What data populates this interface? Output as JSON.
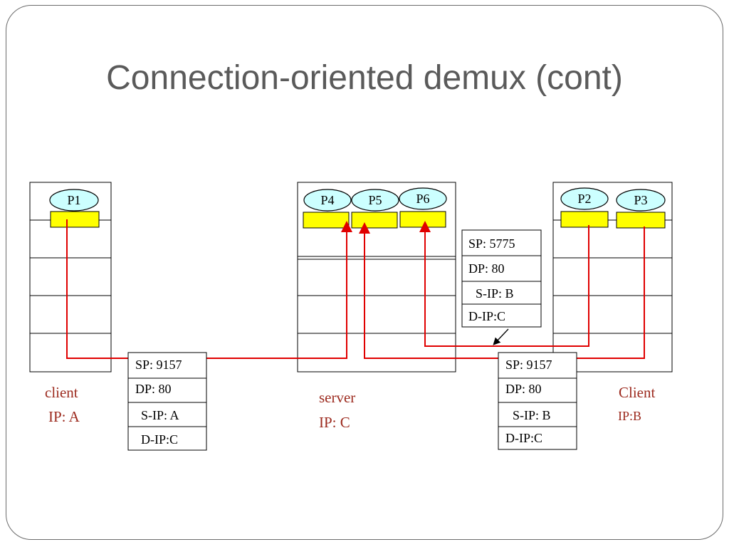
{
  "title": "Connection-oriented demux (cont)",
  "colors": {
    "frame": "#6b6b6b",
    "title": "#5a5a5a",
    "socket_fill": "#ffff00",
    "process_fill": "#ccffff",
    "path": "#e00000",
    "host_label": "#9c2a1e"
  },
  "hosts": {
    "client_a": {
      "name": "client",
      "ip": "IP: A",
      "processes": [
        "P1"
      ]
    },
    "server": {
      "name": "server",
      "ip": "IP: C",
      "processes": [
        "P4",
        "P5",
        "P6"
      ]
    },
    "client_b": {
      "name": "Client",
      "ip": "IP:B",
      "processes": [
        "P2",
        "P3"
      ]
    }
  },
  "segments": {
    "from_a": {
      "sp": "SP: 9157",
      "dp": "DP: 80",
      "sip": "S-IP: A",
      "dip": "D-IP:C"
    },
    "from_b_top": {
      "sp": "SP: 5775",
      "dp": "DP: 80",
      "sip": "S-IP: B",
      "dip": "D-IP:C"
    },
    "from_b_bottom": {
      "sp": "SP: 9157",
      "dp": "DP: 80",
      "sip": "S-IP: B",
      "dip": "D-IP:C"
    }
  }
}
